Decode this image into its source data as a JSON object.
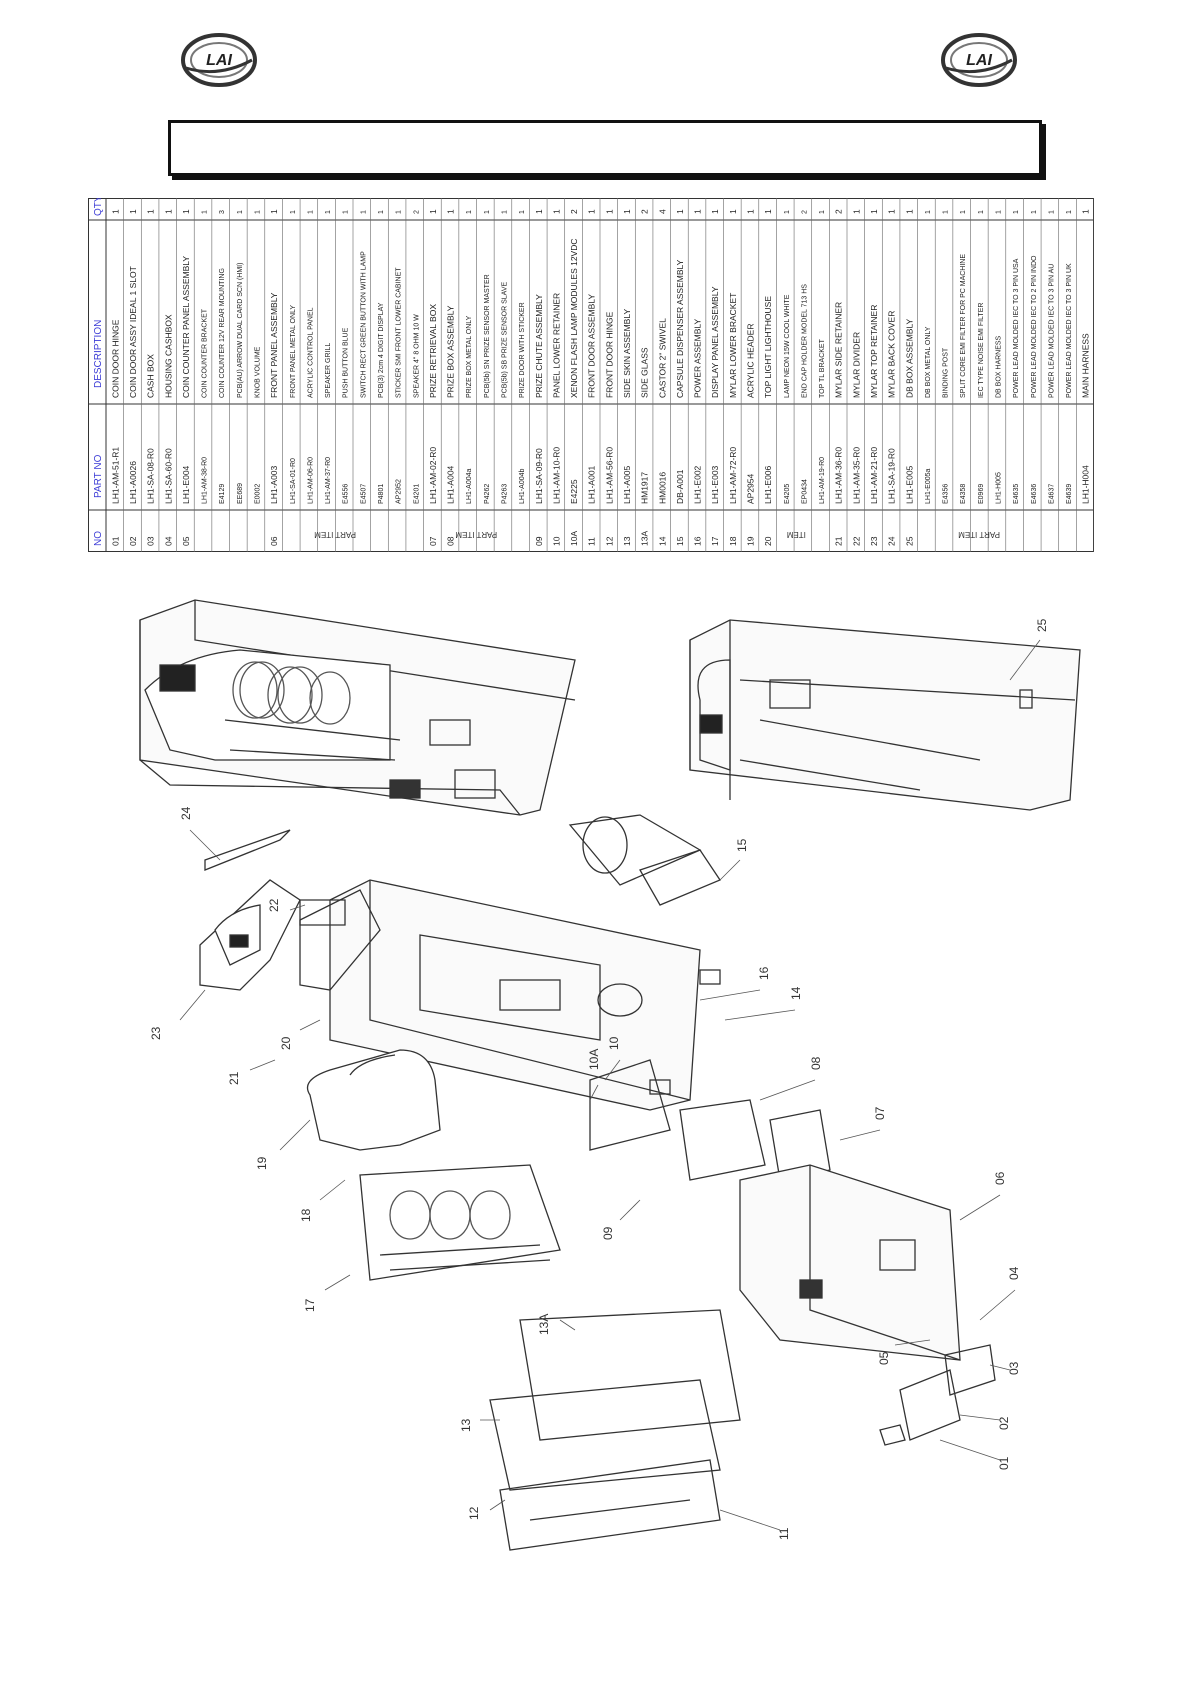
{
  "header": {
    "logo_left": "LAI",
    "logo_right": "LAI"
  },
  "table": {
    "headers": {
      "no": "NO",
      "part_no": "PART NO",
      "description": "DESCRIPTION",
      "qty": "QTY"
    },
    "part_item_label": "PART ITEM",
    "item_label": "ITEM",
    "rows": [
      {
        "no": "01",
        "part": "LH1-AM-51-R1",
        "desc": "COIN DOOR HINGE",
        "qty": "1"
      },
      {
        "no": "02",
        "part": "LH1-A0026",
        "desc": "COIN DOOR ASSY IDEAL 1 SLOT",
        "qty": "1"
      },
      {
        "no": "03",
        "part": "LH1-SA-08-R0",
        "desc": "CASH BOX",
        "qty": "1"
      },
      {
        "no": "04",
        "part": "LH1-SA-60-R0",
        "desc": "HOUSING CASHBOX",
        "qty": "1"
      },
      {
        "no": "05",
        "part": "LH1-E004",
        "desc": "COIN COUNTER PANEL ASSEMBLY",
        "qty": "1"
      },
      {
        "no": "",
        "part": "LH1-AM-38-R0",
        "desc": "COIN COUNTER BRACKET",
        "qty": "1",
        "sub": true
      },
      {
        "no": "",
        "part": "E4129",
        "desc": "COIN COUNTER 12V REAR MOUNTING",
        "qty": "3",
        "sub": true
      },
      {
        "no": "",
        "part": "EE689",
        "desc": "PCB(AU) ARROW DUAL CARD SCN (HMI)",
        "qty": "1",
        "sub": true
      },
      {
        "no": "",
        "part": "E0002",
        "desc": "KNOB VOLUME",
        "qty": "1",
        "sub": true
      },
      {
        "no": "06",
        "part": "LH1-A003",
        "desc": "FRONT PANEL ASSEMBLY",
        "qty": "1"
      },
      {
        "no": "",
        "part": "LH1-SA-01-R0",
        "desc": "FRONT PANEL METAL ONLY",
        "qty": "1",
        "sub": true
      },
      {
        "no": "",
        "part": "LH1-AM-06-R0",
        "desc": "ACRYLIC CONTROL PANEL",
        "qty": "1",
        "sub": true
      },
      {
        "no": "",
        "part": "LH1-AM-37-R0",
        "desc": "SPEAKER GRILL",
        "qty": "1",
        "sub": true
      },
      {
        "no": "",
        "part": "E4556",
        "desc": "PUSH BUTTON BLUE",
        "qty": "1",
        "sub": true
      },
      {
        "no": "",
        "part": "E4507",
        "desc": "SWITCH RECT GREEN BUTTON WITH LAMP",
        "qty": "1",
        "sub": true
      },
      {
        "no": "",
        "part": "P4801",
        "desc": "PCB(3) 2cm 4 DIGIT DISPLAY",
        "qty": "1",
        "sub": true
      },
      {
        "no": "",
        "part": "AP2952",
        "desc": "STICKER SMI FRONT LOWER CABINET",
        "qty": "1",
        "sub": true
      },
      {
        "no": "",
        "part": "E4201",
        "desc": "SPEAKER 4\" 8 OHM 10 W",
        "qty": "2",
        "sub": true
      },
      {
        "no": "07",
        "part": "LH1-AM-02-R0",
        "desc": "PRIZE RETRIEVAL BOX",
        "qty": "1"
      },
      {
        "no": "08",
        "part": "LH1-A004",
        "desc": "PRIZE BOX ASSEMBLY",
        "qty": "1"
      },
      {
        "no": "",
        "part": "LH1-A004a",
        "desc": "PRIZE BOX METAL ONLY",
        "qty": "1",
        "sub": true
      },
      {
        "no": "",
        "part": "P4262",
        "desc": "PCB(5b) SN PRIZE SENSOR MASTER",
        "qty": "1",
        "sub": true
      },
      {
        "no": "",
        "part": "P4263",
        "desc": "PCB(5b) SB PRIZE SENSOR SLAVE",
        "qty": "1",
        "sub": true
      },
      {
        "no": "",
        "part": "LH1-A004b",
        "desc": "PRIZE DOOR WITH STICKER",
        "qty": "1",
        "sub": true
      },
      {
        "no": "09",
        "part": "LH1-SA-09-R0",
        "desc": "PRIZE CHUTE ASSEMBLY",
        "qty": "1"
      },
      {
        "no": "10",
        "part": "LH1-AM-10-R0",
        "desc": "PANEL LOWER RETAINER",
        "qty": "1"
      },
      {
        "no": "10A",
        "part": "E4225",
        "desc": "XENON FLASH LAMP MODULES 12VDC",
        "qty": "2"
      },
      {
        "no": "11",
        "part": "LH1-A001",
        "desc": "FRONT DOOR ASSEMBLY",
        "qty": "1"
      },
      {
        "no": "12",
        "part": "LH1-AM-56-R0",
        "desc": "FRONT DOOR HINGE",
        "qty": "1"
      },
      {
        "no": "13",
        "part": "LH1-A005",
        "desc": "SIDE SKIN ASSEMBLY",
        "qty": "1"
      },
      {
        "no": "13A",
        "part": "HM1917",
        "desc": "SIDE GLASS",
        "qty": "2"
      },
      {
        "no": "14",
        "part": "HM0016",
        "desc": "CASTOR 2\" SWIVEL",
        "qty": "4"
      },
      {
        "no": "15",
        "part": "DB-A001",
        "desc": "CAPSULE DISPENSER ASSEMBLY",
        "qty": "1"
      },
      {
        "no": "16",
        "part": "LH1-E002",
        "desc": "POWER ASSEMBLY",
        "qty": "1"
      },
      {
        "no": "17",
        "part": "LH1-E003",
        "desc": "DISPLAY PANEL ASSEMBLY",
        "qty": "1"
      },
      {
        "no": "18",
        "part": "LH1-AM-72-R0",
        "desc": "MYLAR LOWER BRACKET",
        "qty": "1"
      },
      {
        "no": "19",
        "part": "AP2954",
        "desc": "ACRYLIC HEADER",
        "qty": "1"
      },
      {
        "no": "20",
        "part": "LH1-E006",
        "desc": "TOP LIGHT LIGHTHOUSE",
        "qty": "1"
      },
      {
        "no": "",
        "part": "E4205",
        "desc": "LAMP NEON 15W COOL WHITE",
        "qty": "1",
        "sub": true
      },
      {
        "no": "",
        "part": "EP0434",
        "desc": "END CAP HOLDER MODEL 713 HS",
        "qty": "2",
        "sub": true
      },
      {
        "no": "",
        "part": "LH1-AM-19-R0",
        "desc": "TOP TL BRACKET",
        "qty": "1",
        "sub": true
      },
      {
        "no": "21",
        "part": "LH1-AM-36-R0",
        "desc": "MYLAR SIDE RETAINER",
        "qty": "2"
      },
      {
        "no": "22",
        "part": "LH1-AM-35-R0",
        "desc": "MYLAR DIVIDER",
        "qty": "1"
      },
      {
        "no": "23",
        "part": "LH1-AM-21-R0",
        "desc": "MYLAR TOP RETAINER",
        "qty": "1"
      },
      {
        "no": "24",
        "part": "LH1-SA-19-R0",
        "desc": "MYLAR BACK COVER",
        "qty": "1"
      },
      {
        "no": "25",
        "part": "LH1-E005",
        "desc": "DB BOX ASSEMBLY",
        "qty": "1"
      },
      {
        "no": "",
        "part": "LH1-E005a",
        "desc": "DB BOX METAL ONLY",
        "qty": "1",
        "sub": true
      },
      {
        "no": "",
        "part": "E4356",
        "desc": "BINDING POST",
        "qty": "1",
        "sub": true
      },
      {
        "no": "",
        "part": "E4358",
        "desc": "SPLIT CORE EMI FILTER FOR PC MACHINE",
        "qty": "1",
        "sub": true
      },
      {
        "no": "",
        "part": "E0969",
        "desc": "IEC TYPE NOISE EMI FILTER",
        "qty": "1",
        "sub": true
      },
      {
        "no": "",
        "part": "LH1-H005",
        "desc": "DB BOX HARNESS",
        "qty": "1",
        "sub": true
      },
      {
        "no": "",
        "part": "E4635",
        "desc": "POWER LEAD MOLDED IEC TO 3 PIN USA",
        "qty": "1",
        "sub": true
      },
      {
        "no": "",
        "part": "E4636",
        "desc": "POWER LEAD MOLDED IEC TO 2 PIN INDO",
        "qty": "1",
        "sub": true
      },
      {
        "no": "",
        "part": "E4637",
        "desc": "POWER LEAD MOLDED IEC TO 3 PIN AU",
        "qty": "1",
        "sub": true
      },
      {
        "no": "",
        "part": "E4639",
        "desc": "POWER LEAD MOLDED IEC TO 3 PIN UK",
        "qty": "1",
        "sub": true
      },
      {
        "no": "",
        "part": "LH1-H004",
        "desc": "MAIN HARNESS",
        "qty": "1"
      }
    ],
    "no_col_extra": "—"
  },
  "callouts": [
    "01",
    "02",
    "03",
    "04",
    "05",
    "06",
    "07",
    "08",
    "09",
    "10",
    "10A",
    "11",
    "12",
    "13",
    "13A",
    "14",
    "15",
    "16",
    "17",
    "18",
    "19",
    "20",
    "21",
    "22",
    "23",
    "24",
    "25"
  ]
}
